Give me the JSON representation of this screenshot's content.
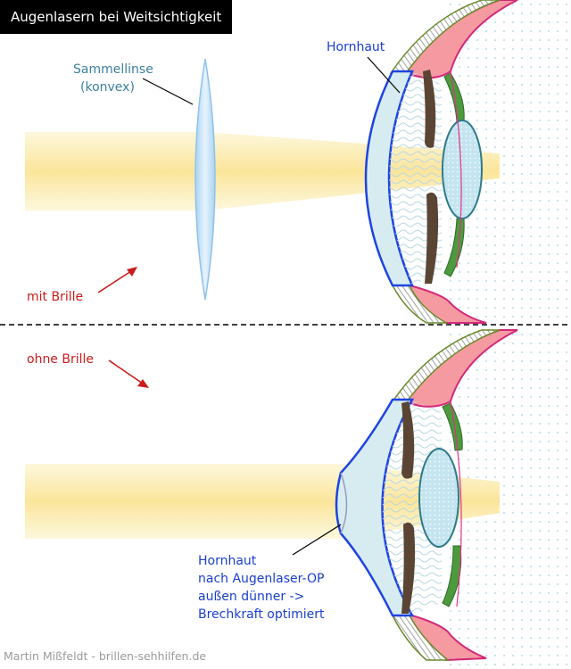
{
  "title": "Augenlasern bei Weitsichtigkeit",
  "labels": {
    "lens_line1": "Sammellinse",
    "lens_line2": "(konvex)",
    "cornea_top": "Hornhaut",
    "with_glasses": "mit Brille",
    "without_glasses": "ohne Brille",
    "cornea_bottom_line1": "Hornhaut",
    "cornea_bottom_line2": "nach Augenlaser-OP",
    "cornea_bottom_line3": "außen dünner ->",
    "cornea_bottom_line4": "Brechkraft optimiert"
  },
  "credit": "Martin Mißfeldt - brillen-sehhilfen.de",
  "colors": {
    "beam": "#fbe9a0",
    "cornea_outline": "#1e44e0",
    "cornea_fill": "#d8ecf0",
    "eye_lens": "#bfe3ee",
    "iris": "#5a4433",
    "ciliary": "#3a8a3a",
    "sclera": "#f5a5a8",
    "label_teal": "#3d7f9c",
    "label_blue": "#1a3fd0",
    "label_red": "#cc1b1b",
    "arrow_red": "#cc1b1b"
  }
}
